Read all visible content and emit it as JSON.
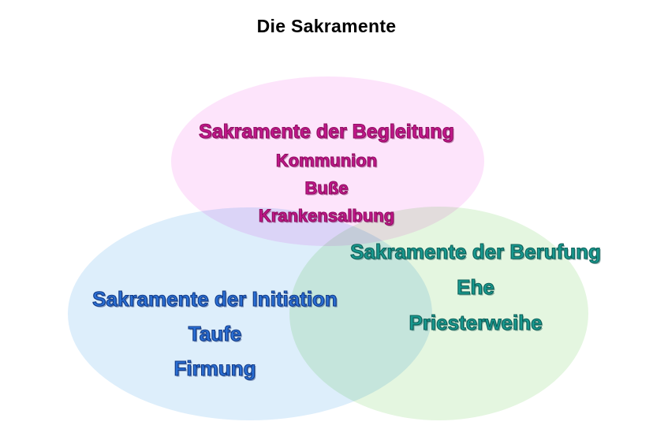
{
  "title": "Die Sakramente",
  "colors": {
    "background": "#ffffff",
    "title_text": "#000000",
    "pink_fill": "#fde4fb",
    "blue_fill": "#ddeefb",
    "green_fill": "#e4f6e0",
    "magenta_text": "#c3168c",
    "magenta_outline": "#8e1060",
    "blue_text": "#2a6fd4",
    "blue_outline": "#123a86",
    "teal_text": "#18998f",
    "teal_outline": "#0c5f58"
  },
  "groups": {
    "begleitung": {
      "heading": "Sakramente der Begleitung",
      "items": [
        "Kommunion",
        "Buße",
        "Krankensalbung"
      ]
    },
    "initiation": {
      "heading": "Sakramente der Initiation",
      "items": [
        "Taufe",
        "Firmung"
      ]
    },
    "berufung": {
      "heading": "Sakramente der Berufung",
      "items": [
        "Ehe",
        "Priesterweihe"
      ]
    }
  }
}
